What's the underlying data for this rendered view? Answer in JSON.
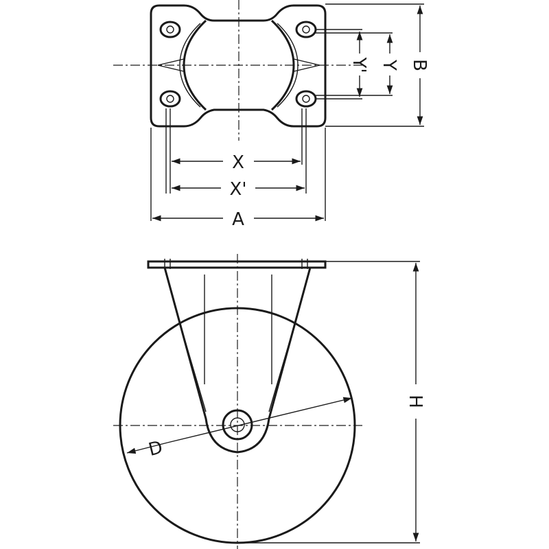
{
  "labels": {
    "x": "X",
    "x_prime": "X'",
    "a": "A",
    "y": "Y",
    "y_prime": "Y'",
    "b": "B",
    "h": "H",
    "d": "D"
  }
}
